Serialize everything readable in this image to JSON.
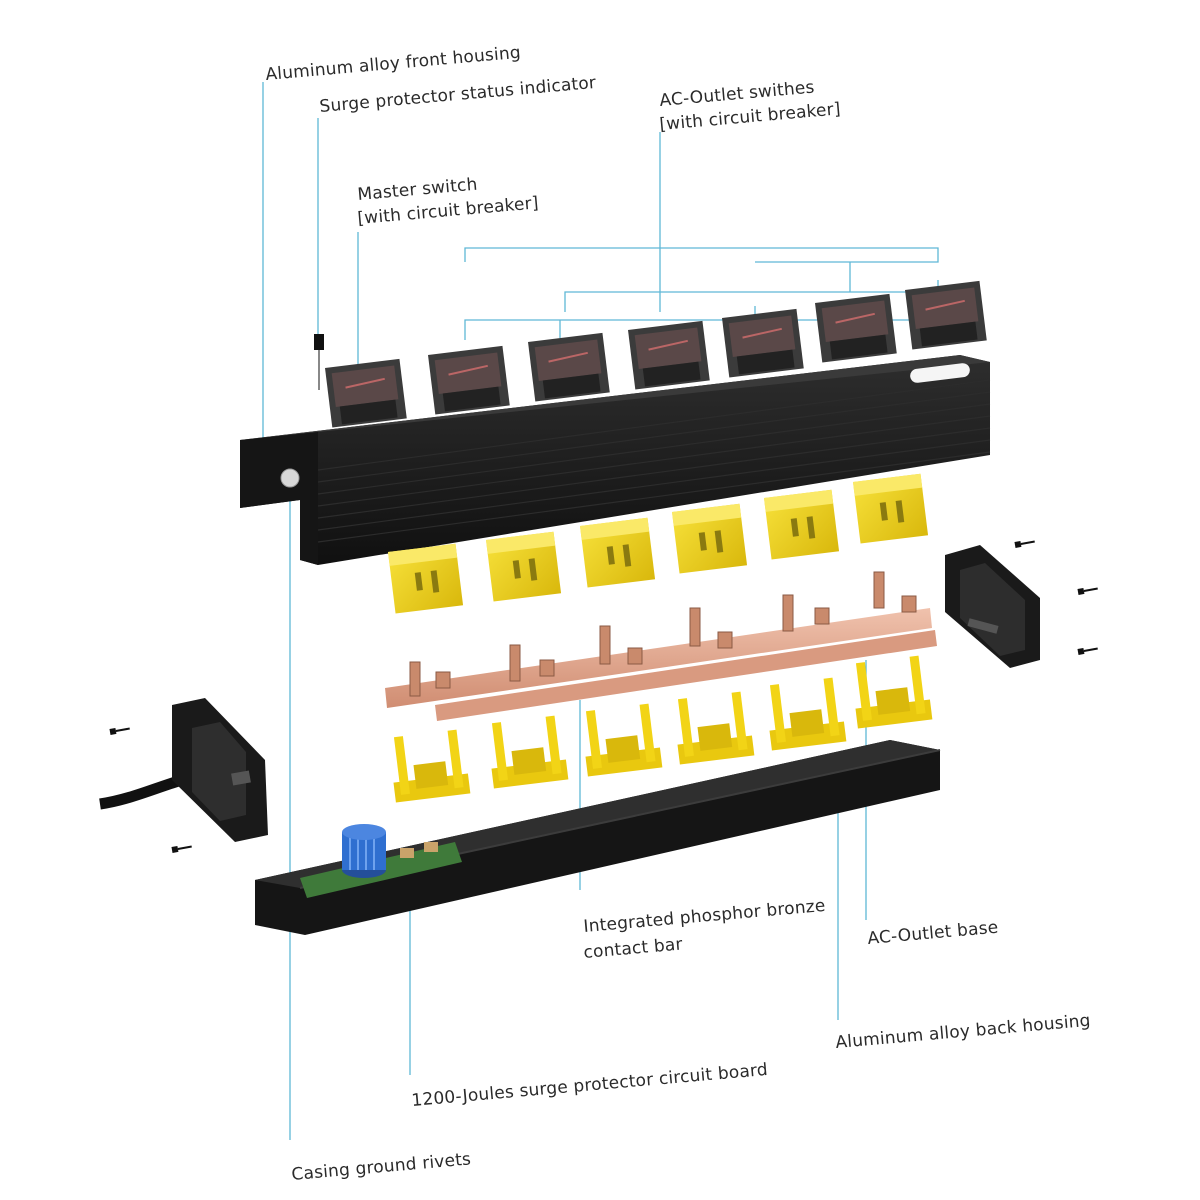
{
  "labels": {
    "front_housing": "Aluminum alloy front housing",
    "status_indicator": "Surge protector status indicator",
    "outlet_switches_line1": "AC-Outlet swithes",
    "outlet_switches_line2": "[with circuit breaker]",
    "master_switch_line1": "Master switch",
    "master_switch_line2": "[with circuit breaker]",
    "contact_bar_line1": "Integrated phosphor bronze",
    "contact_bar_line2": "contact bar",
    "outlet_base": "AC-Outlet base",
    "back_housing": "Aluminum alloy back housing",
    "circuit_board": "1200-Joules surge protector circuit board",
    "ground_rivets": "Casing ground rivets"
  },
  "colors": {
    "housing": "#1c1c1c",
    "outlet_yellow": "#f2d416",
    "copper": "#e3a58c",
    "leader_line": "#5fb8d6",
    "varistor_blue": "#2f6fd0",
    "pcb_green": "#3f7a3a"
  }
}
